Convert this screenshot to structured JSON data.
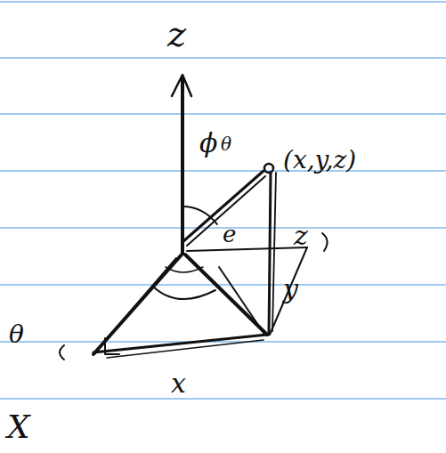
{
  "diagram": {
    "labels": [
      "z",
      "ϕ",
      "θ",
      "(x,y,z)",
      "e",
      "z",
      "y",
      "θ",
      "x",
      "X"
    ]
  }
}
